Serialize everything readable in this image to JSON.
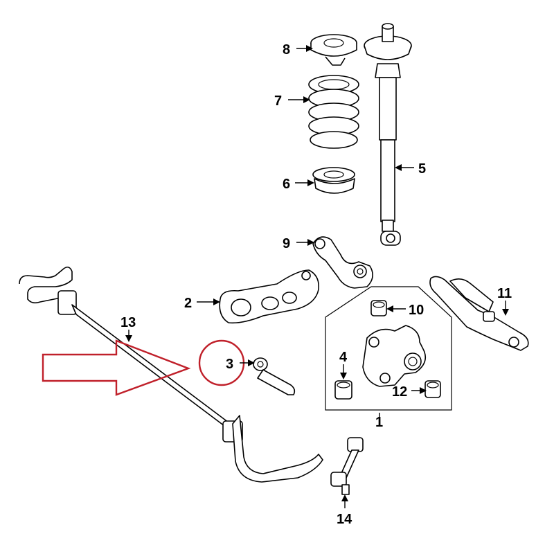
{
  "diagram": {
    "callouts": [
      {
        "id": "c1",
        "text": "1"
      },
      {
        "id": "c2",
        "text": "2"
      },
      {
        "id": "c3",
        "text": "3"
      },
      {
        "id": "c4",
        "text": "4"
      },
      {
        "id": "c5",
        "text": "5"
      },
      {
        "id": "c6",
        "text": "6"
      },
      {
        "id": "c7",
        "text": "7"
      },
      {
        "id": "c8",
        "text": "8"
      },
      {
        "id": "c9",
        "text": "9"
      },
      {
        "id": "c10",
        "text": "10"
      },
      {
        "id": "c11",
        "text": "11"
      },
      {
        "id": "c12",
        "text": "12"
      },
      {
        "id": "c13",
        "text": "13"
      },
      {
        "id": "c14",
        "text": "14"
      }
    ],
    "highlight_color": "#c0202a",
    "line_color": "#000000"
  }
}
